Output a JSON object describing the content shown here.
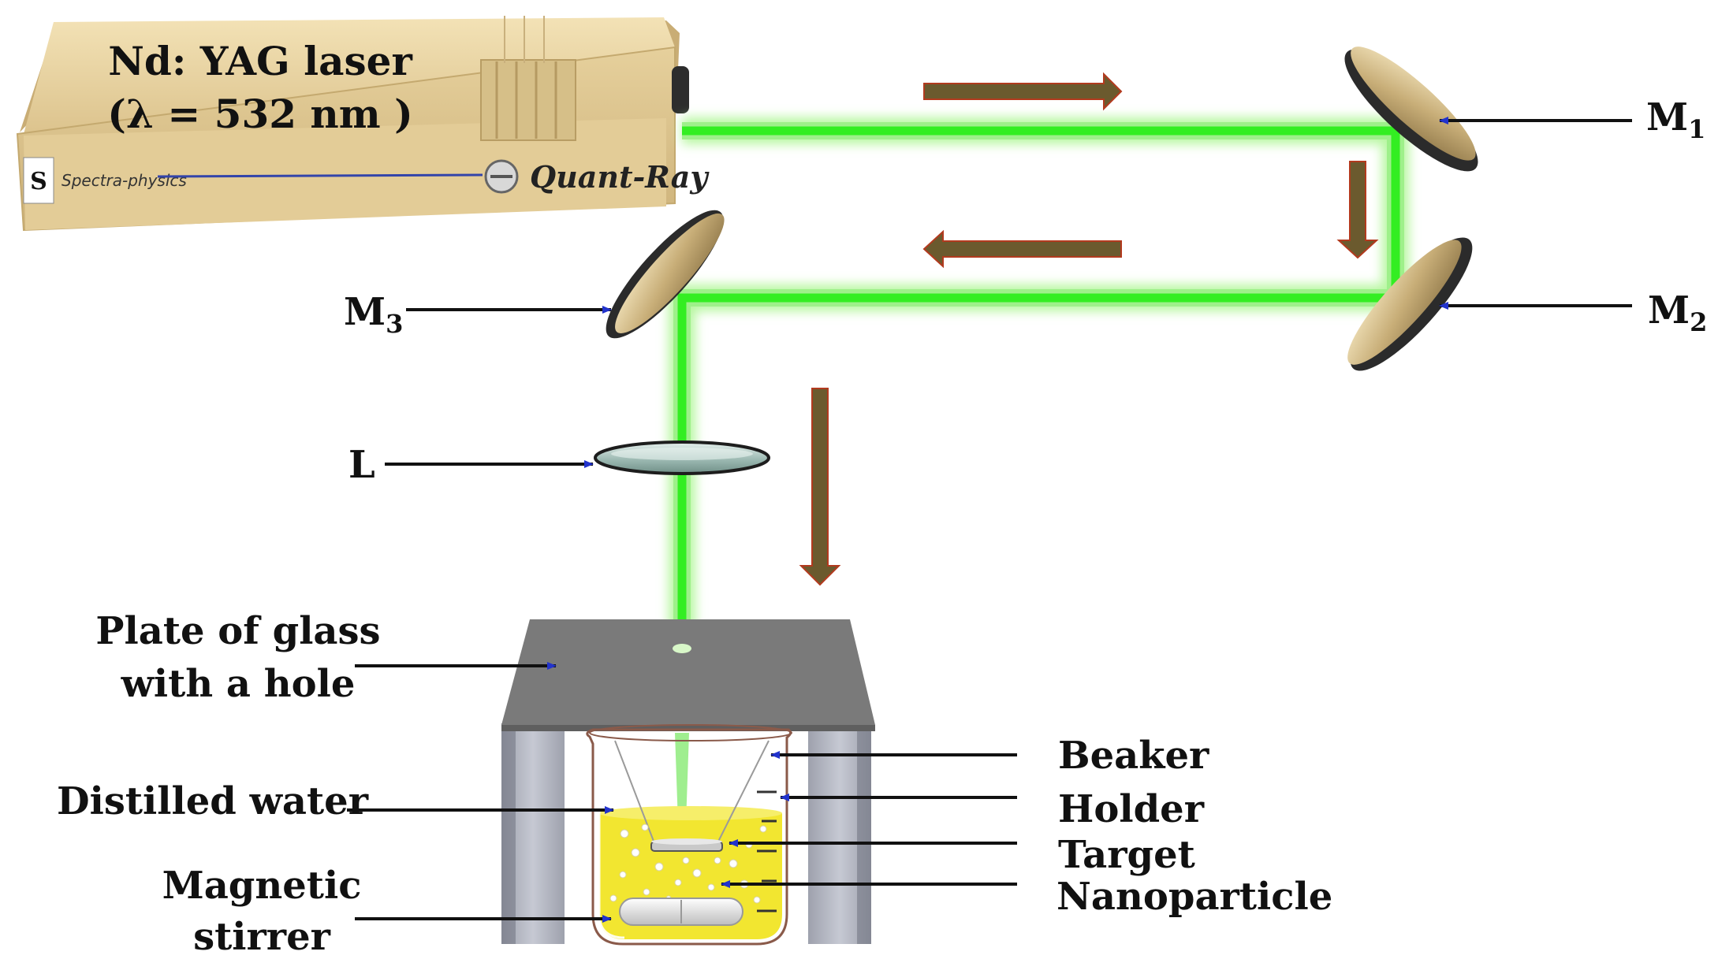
{
  "laser": {
    "title_line1": "Nd: YAG laser",
    "title_line2": "(λ = 532 nm )",
    "brand": "Quant-Ray",
    "maker": "Spectra-physics",
    "maker_logo": "S"
  },
  "mirrors": {
    "m1": {
      "letter": "M",
      "sub": "1"
    },
    "m2": {
      "letter": "M",
      "sub": "2"
    },
    "m3": {
      "letter": "M",
      "sub": "3"
    }
  },
  "lens": {
    "label": "L"
  },
  "labels": {
    "plate_line1": "Plate of glass",
    "plate_line2": "with a hole",
    "distilled_water": "Distilled water",
    "magnetic_line1": "Magnetic",
    "magnetic_line2": "stirrer",
    "beaker": "Beaker",
    "holder": "Holder",
    "target": "Target",
    "nanoparticle": "Nanoparticle"
  },
  "colors": {
    "beam": "#33ee22",
    "beam_glow": "#b7f7a0",
    "laser_body": "#e8d2a0",
    "flow_arrow": "#6b5a2e",
    "pointer_arrow": "#2233cc",
    "water": "#f2e630",
    "plate": "#7a7a7a",
    "holder": "#b9bcc8"
  }
}
